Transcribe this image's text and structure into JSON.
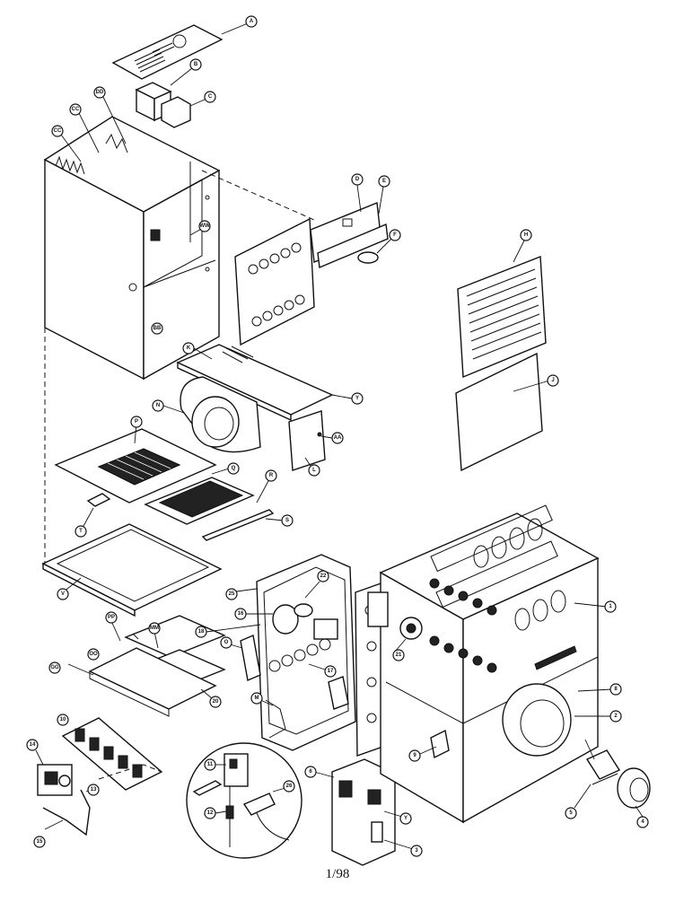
{
  "page_number": "1/98",
  "callouts": [
    {
      "id": "top-panel-a",
      "label": "A"
    },
    {
      "id": "bracket-b",
      "label": "B"
    },
    {
      "id": "bracket-c",
      "label": "C"
    },
    {
      "id": "dd",
      "label": "DD"
    },
    {
      "id": "cc-1",
      "label": "CC"
    },
    {
      "id": "cc-2",
      "label": "CC"
    },
    {
      "id": "ww",
      "label": "WW"
    },
    {
      "id": "bb",
      "label": "BB"
    },
    {
      "id": "panel-d",
      "label": "D"
    },
    {
      "id": "panel-e",
      "label": "E"
    },
    {
      "id": "gasket-f",
      "label": "F"
    },
    {
      "id": "grille-h",
      "label": "H"
    },
    {
      "id": "door-j",
      "label": "J"
    },
    {
      "id": "k",
      "label": "K"
    },
    {
      "id": "n",
      "label": "N"
    },
    {
      "id": "y-1",
      "label": "Y"
    },
    {
      "id": "aa",
      "label": "AA"
    },
    {
      "id": "l",
      "label": "L"
    },
    {
      "id": "p",
      "label": "P"
    },
    {
      "id": "q",
      "label": "Q"
    },
    {
      "id": "r",
      "label": "R"
    },
    {
      "id": "s",
      "label": "S"
    },
    {
      "id": "t",
      "label": "T"
    },
    {
      "id": "v",
      "label": "V"
    },
    {
      "id": "pp",
      "label": "PP"
    },
    {
      "id": "mm",
      "label": "MM"
    },
    {
      "id": "oo",
      "label": "OO"
    },
    {
      "id": "gg",
      "label": "GG"
    },
    {
      "id": "n20",
      "label": "20"
    },
    {
      "id": "n10",
      "label": "10"
    },
    {
      "id": "n14",
      "label": "14"
    },
    {
      "id": "n13",
      "label": "13"
    },
    {
      "id": "n15",
      "label": "15"
    },
    {
      "id": "n25",
      "label": "25"
    },
    {
      "id": "n22",
      "label": "22"
    },
    {
      "id": "n16",
      "label": "16"
    },
    {
      "id": "n18",
      "label": "18"
    },
    {
      "id": "o",
      "label": "O"
    },
    {
      "id": "n17",
      "label": "17"
    },
    {
      "id": "m",
      "label": "M"
    },
    {
      "id": "n21",
      "label": "21"
    },
    {
      "id": "n1",
      "label": "1"
    },
    {
      "id": "n8",
      "label": "8"
    },
    {
      "id": "n2",
      "label": "2"
    },
    {
      "id": "n9",
      "label": "9"
    },
    {
      "id": "n6",
      "label": "6"
    },
    {
      "id": "y-2",
      "label": "Y"
    },
    {
      "id": "n3",
      "label": "3"
    },
    {
      "id": "n4",
      "label": "4"
    },
    {
      "id": "n5",
      "label": "5"
    },
    {
      "id": "n11",
      "label": "11"
    },
    {
      "id": "n12",
      "label": "12"
    },
    {
      "id": "n26",
      "label": "26"
    }
  ]
}
